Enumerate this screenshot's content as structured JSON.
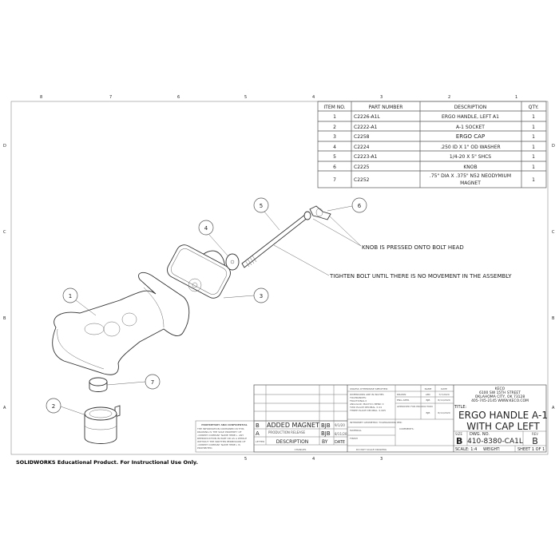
{
  "frame": {
    "zones_top": [
      "8",
      "7",
      "6",
      "5",
      "4",
      "3",
      "2",
      "1"
    ],
    "zones_bottom": [
      "5",
      "4",
      "3"
    ],
    "rows_side": [
      "D",
      "C",
      "B",
      "A"
    ]
  },
  "bom": {
    "headers": [
      "ITEM NO.",
      "PART NUMBER",
      "DESCRIPTION",
      "QTY."
    ],
    "rows": [
      [
        "1",
        "C2226-A1L",
        "ERGO HANDLE, LEFT A1",
        "1"
      ],
      [
        "2",
        "C2222-A1",
        "A-1 SOCKET",
        "1"
      ],
      [
        "3",
        "C2258",
        "ERGO CAP",
        "1"
      ],
      [
        "4",
        "C2224",
        ".250 ID X 1\" OD WASHER",
        "1"
      ],
      [
        "5",
        "C2223-A1",
        "1/4-20 X 5\" SHCS",
        "1"
      ],
      [
        "6",
        "C2225",
        "KNOB",
        "1"
      ],
      [
        "7",
        "C2252",
        ".75\" DIA X .375\" N52 NEODYMIUM",
        "1"
      ]
    ],
    "row7_line2": "MAGNET"
  },
  "balloons": [
    "1",
    "2",
    "3",
    "4",
    "5",
    "6",
    "7"
  ],
  "notes": {
    "knob": "KNOB IS PRESSED ONTO BOLT HEAD",
    "tighten": "TIGHTEN BOLT UNTIL THERE IS NO MOVEMENT IN THE ASSEMBLY"
  },
  "title_block": {
    "company": "KECO",
    "address1": "6100 SW 15TH STREET",
    "address2": "OKLAHOMA CITY, OK 73128",
    "contact": "405-745-2145  WWW.KECO.COM",
    "title_label": "TITLE:",
    "title_line1": "ERGO HANDLE A-1",
    "title_line2": "WITH CAP LEFT",
    "size_label": "SIZE",
    "size": "B",
    "dwg_label": "DWG.  NO.",
    "dwg_no": "410-8380-CA1L",
    "rev_label": "REV",
    "rev": "B",
    "scale": "SCALE: 1:4",
    "weight": "WEIGHT:",
    "sheet": "SHEET 1 OF 1",
    "unless": "UNLESS OTHERWISE SPECIFIED:",
    "tol1": "DIMENSIONS ARE IN INCHES",
    "tol2": "TOLERANCES:",
    "tol3": "FRACTIONAL±",
    "tol4": "ANGULAR: MACH±1  BEND ±",
    "tol5": "TWO PLACE DECIMAL  ±.01",
    "tol6": "THREE PLACE DECIMAL  ±.005",
    "interp": "INTERPRET GEOMETRIC TOLERANCING PER:",
    "material": "MATERIAL",
    "finish": "FINISH",
    "noscale": "DO NOT SCALE DRAWING",
    "name_h": "NAME",
    "date_h": "DATE",
    "drawn": "DRAWN",
    "drawn_name": "ABC",
    "drawn_date": "7/7/2020",
    "eng": "ENG APPR.",
    "eng_name": "BJB",
    "eng_date": "8/11/2020",
    "appr": "APPROVED FOR PRODUCTION",
    "appr_name": "BJB",
    "appr_date": "8/11/2020",
    "comments": "COMMENTS:"
  },
  "revisions": {
    "rows": [
      {
        "letter": "B",
        "desc": "ADDED MAGNET",
        "by": "BJB",
        "date": "9/1/20"
      },
      {
        "letter": "A",
        "desc": "PRODUCTION RELEASE",
        "by": "BJB",
        "date": "8/11/20"
      }
    ],
    "h_letter": "LETTER",
    "h_desc": "DESCRIPTION",
    "h_by": "BY",
    "h_date": "DATE",
    "changes": "CHANGES"
  },
  "proprietary": {
    "title": "PROPRIETARY AND CONFIDENTIAL",
    "lines": [
      "THE INFORMATION CONTAINED IN THIS",
      "DRAWING IS THE SOLE PROPERTY OF",
      "<INSERT COMPANY NAME HERE>.  ANY",
      "REPRODUCTION IN PART OR AS A WHOLE",
      "WITHOUT THE WRITTEN PERMISSION OF",
      "<INSERT COMPANY NAME HERE> IS",
      "PROHIBITED."
    ]
  },
  "footer": "SOLIDWORKS Educational Product. For Instructional Use Only."
}
